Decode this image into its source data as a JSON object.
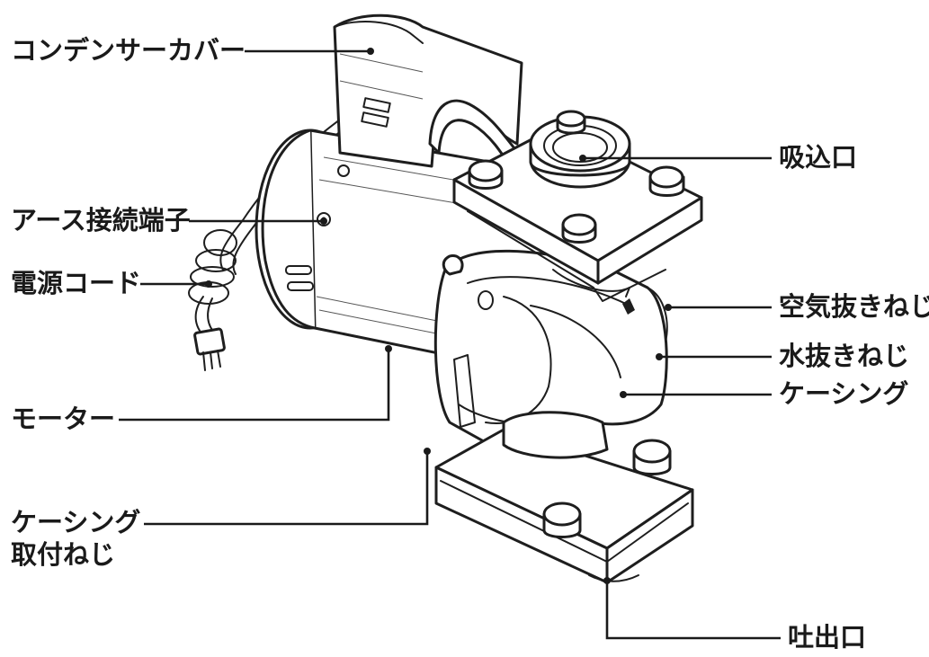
{
  "labels": {
    "condenser_cover": "コンデンサーカバー",
    "earth_terminal": "アース接続端子",
    "power_cord": "電源コード",
    "motor": "モーター",
    "casing_screw_line1": "ケーシング",
    "casing_screw_line2": "取付ねじ",
    "suction_port": "吸込口",
    "air_vent_screw": "空気抜きねじ",
    "drain_screw": "水抜きねじ",
    "casing": "ケーシング",
    "discharge_port": "吐出口"
  }
}
